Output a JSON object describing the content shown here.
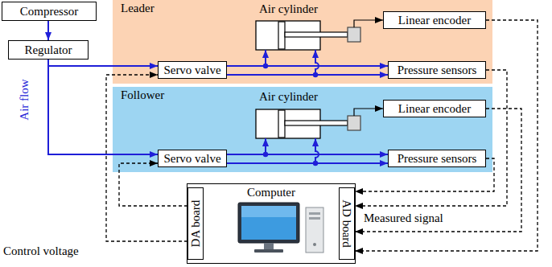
{
  "diagram": {
    "nodes": [
      {
        "text": [
          "Compressor"
        ]
      },
      {
        "text": [
          "Regulator"
        ]
      },
      {
        "text": [
          "Leader"
        ]
      },
      {
        "text": [
          "Linear encoder"
        ],
        "in": 2
      },
      {
        "text": [
          "Servo valve"
        ],
        "in": 2
      },
      {
        "text": [
          "Pressure sensors"
        ],
        "in": 2
      },
      {
        "text": [
          "Follower"
        ]
      },
      {
        "text": [
          "Linear encoder"
        ],
        "in": 6
      },
      {
        "text": [
          "Servo valve"
        ],
        "in": 6
      },
      {
        "text": [
          "Pressure sensors"
        ],
        "in": 6
      },
      {
        "text": [
          "Computer"
        ]
      },
      {
        "text": [
          "DA board"
        ],
        "in": 10
      },
      {
        "text": [
          "AD board"
        ],
        "in": 10
      }
    ],
    "edges": [
      {
        "from": 0,
        "to": 1,
        "arrow": "to"
      },
      {
        "from": 1,
        "to": 4,
        "arrow": "to"
      },
      {
        "from": 1,
        "to": 8,
        "arrow": "to"
      },
      {
        "from": 4,
        "to": 5,
        "arrow": "to"
      },
      {
        "from": 4,
        "to": 5,
        "arrow": "to"
      },
      {
        "from": 8,
        "to": 9,
        "arrow": "to"
      },
      {
        "from": 8,
        "to": 9,
        "arrow": "to"
      },
      {
        "from": 3,
        "to": 12,
        "arrow": "to"
      },
      {
        "from": 5,
        "to": 12,
        "arrow": "to"
      },
      {
        "from": 7,
        "to": 12,
        "arrow": "to"
      },
      {
        "from": 9,
        "to": 12,
        "arrow": "to"
      },
      {
        "from": 11,
        "to": 4,
        "arrow": "to"
      },
      {
        "from": 11,
        "to": 8,
        "arrow": "to"
      }
    ],
    "labels": [
      "Air cylinder",
      "Air cylinder",
      "Air flow",
      "Measured signal",
      "Control voltage"
    ]
  }
}
